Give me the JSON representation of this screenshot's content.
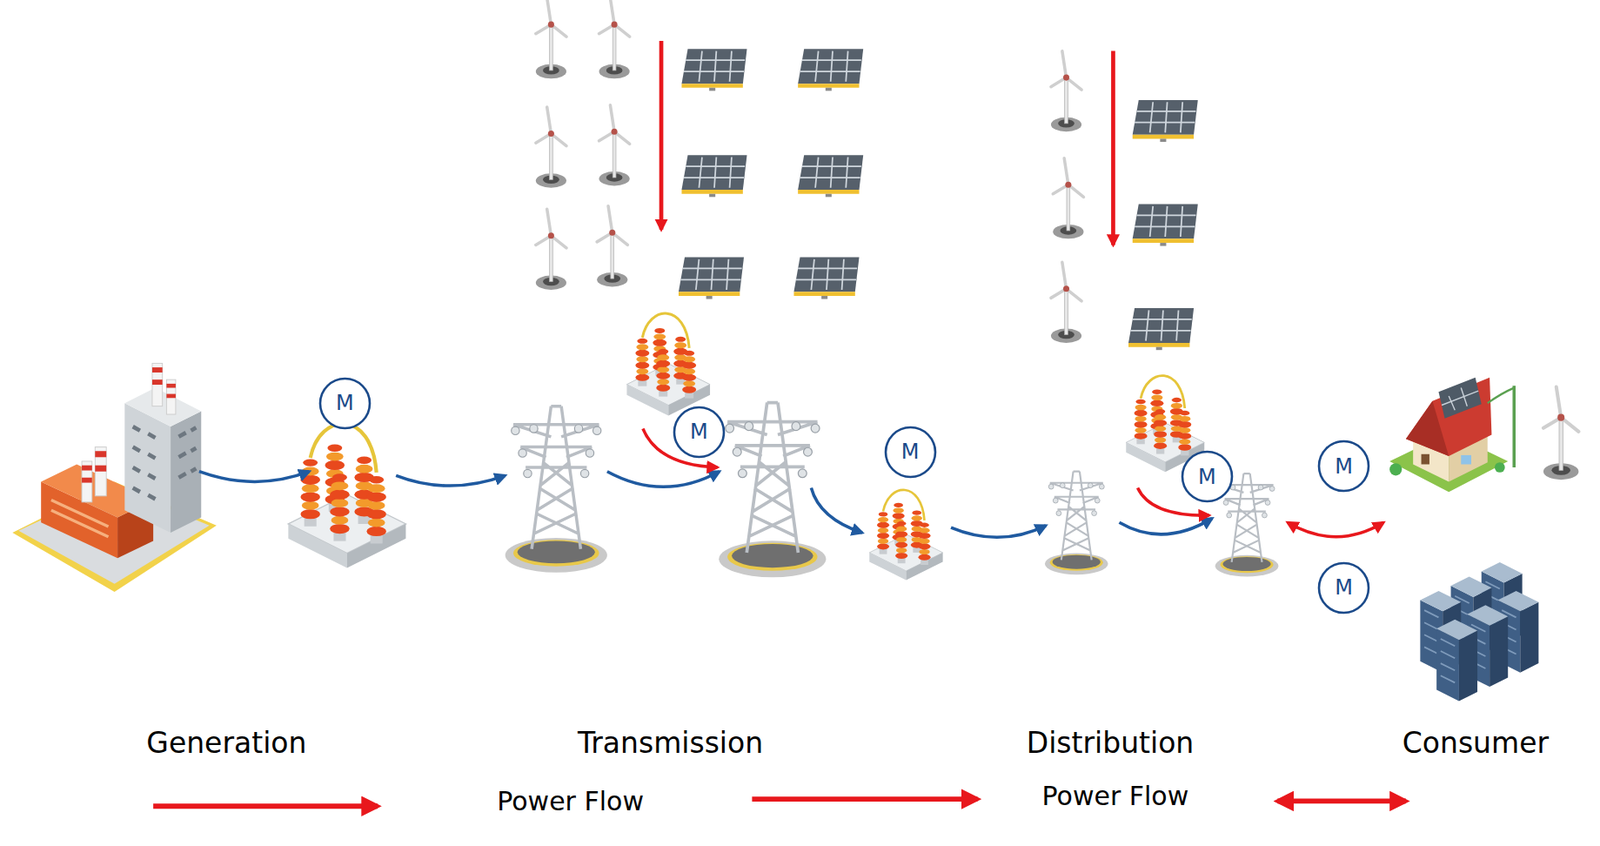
{
  "diagram": {
    "nodes": [
      {
        "text": [
          "M"
        ]
      },
      {
        "text": [
          "M"
        ]
      },
      {
        "text": [
          "M"
        ]
      },
      {
        "text": [
          "M"
        ]
      },
      {
        "text": [
          "M"
        ]
      },
      {
        "text": [
          "M"
        ]
      }
    ],
    "labels": [
      "Generation",
      "Transmission",
      "Distribution",
      "Consumer"
    ],
    "legend": [
      {
        "text": "Power Flow"
      },
      {
        "text": "Power Flow"
      }
    ]
  }
}
